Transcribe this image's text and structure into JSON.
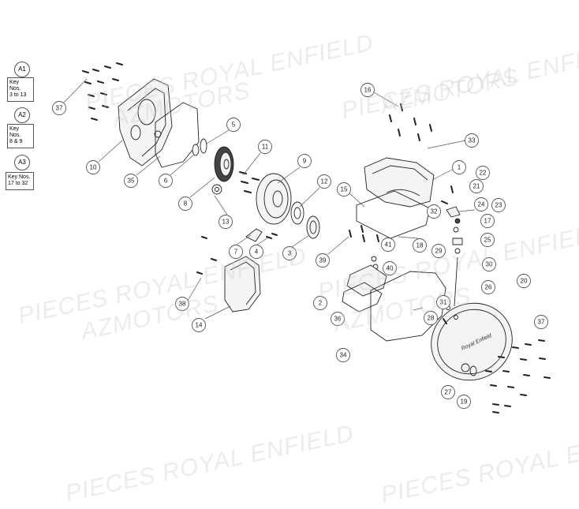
{
  "watermark": {
    "line1": "PIECES ROYAL ENFIELD",
    "line2": "AZMOTORS"
  },
  "legend": [
    {
      "id": "A1",
      "text_line1": "Key Nos.",
      "text_line2": "3 to 13"
    },
    {
      "id": "A2",
      "text_line1": "Key Nos.",
      "text_line2": "8 & 9"
    },
    {
      "id": "A3",
      "text_line1": "Key Nos.",
      "text_line2": "17 to 32"
    }
  ],
  "cover_logo_text": "Royal Enfield",
  "callouts": [
    "37",
    "10",
    "35",
    "6",
    "5",
    "8",
    "11",
    "9",
    "12",
    "13",
    "7",
    "4",
    "3",
    "14",
    "38",
    "39",
    "16",
    "33",
    "1",
    "22",
    "21",
    "15",
    "32",
    "24",
    "23",
    "17",
    "18",
    "29",
    "25",
    "41",
    "40",
    "30",
    "2",
    "36",
    "34",
    "26",
    "20",
    "31",
    "28",
    "37",
    "27",
    "19"
  ]
}
